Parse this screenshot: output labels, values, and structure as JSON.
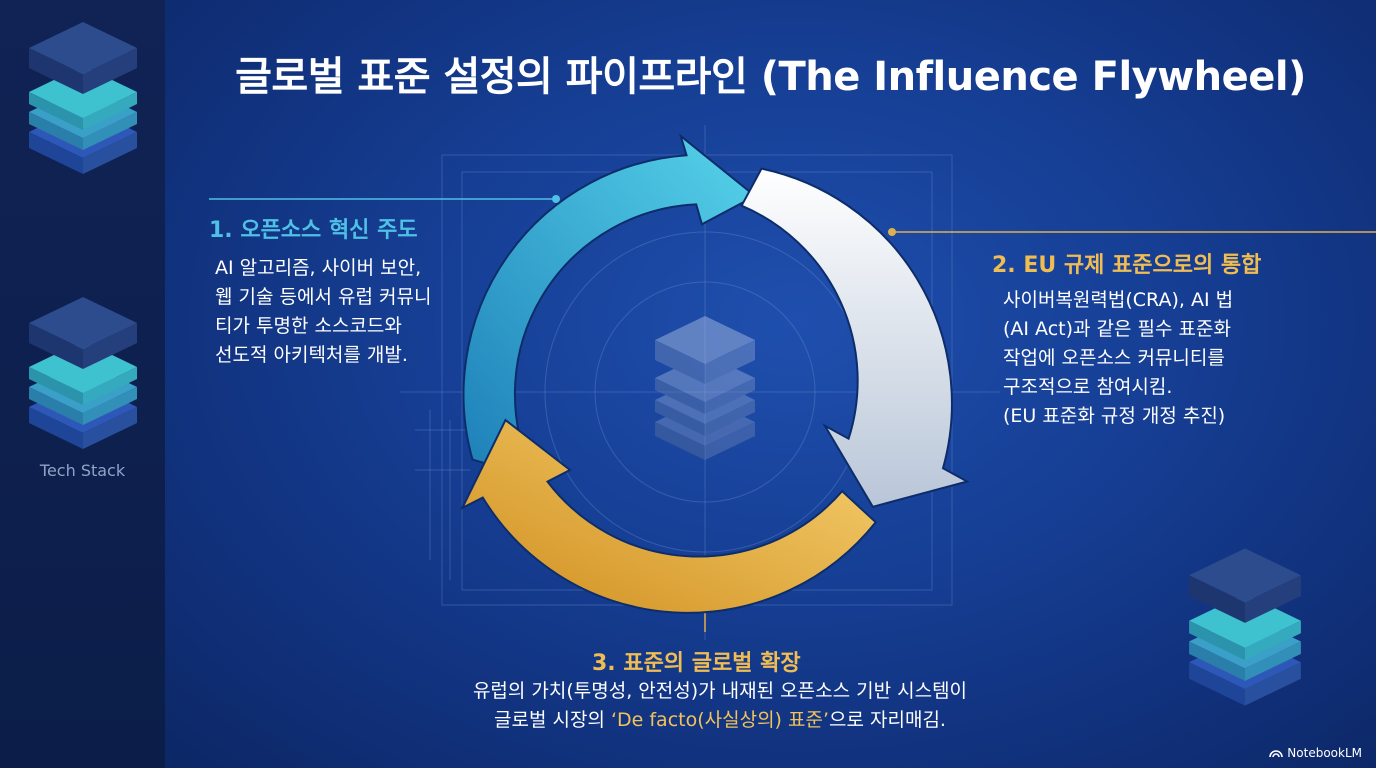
{
  "title": "글로벌 표준 설정의 파이프라인 (The Influence Flywheel)",
  "sidebar": {
    "caption": "Tech Stack"
  },
  "steps": [
    {
      "heading": "1. 오픈소스 혁신 주도",
      "lines": [
        "AI 알고리즘, 사이버 보안,",
        "웹 기술 등에서 유럽 커뮤니",
        "티가 투명한 소스코드와",
        "선도적 아키텍처를 개발."
      ]
    },
    {
      "heading": "2. EU 규제 표준으로의 통합",
      "lines": [
        "사이버복원력법(CRA), AI 법",
        "(AI Act)과 같은 필수 표준화",
        "작업에 오픈소스 커뮤니티를",
        "구조적으로 참여시킴.",
        "(EU 표준화 규정 개정 추진)"
      ]
    },
    {
      "heading": "3. 표준의 글로벌 확장",
      "line1": "유럽의 가치(투명성, 안전성)가 내재된 오픈소스 기반 시스템이",
      "line2_pre": "글로벌 시장의 ",
      "line2_highlight": "‘De facto(사실상의) 표준’",
      "line2_post": "으로 자리매김."
    }
  ],
  "brand": "NotebookLM",
  "colors": {
    "background": "#163f95",
    "sidebar": "#0e2150",
    "step1": "#4fc0e6",
    "step2": "#d9e2ee",
    "step3": "#f0bd52"
  }
}
